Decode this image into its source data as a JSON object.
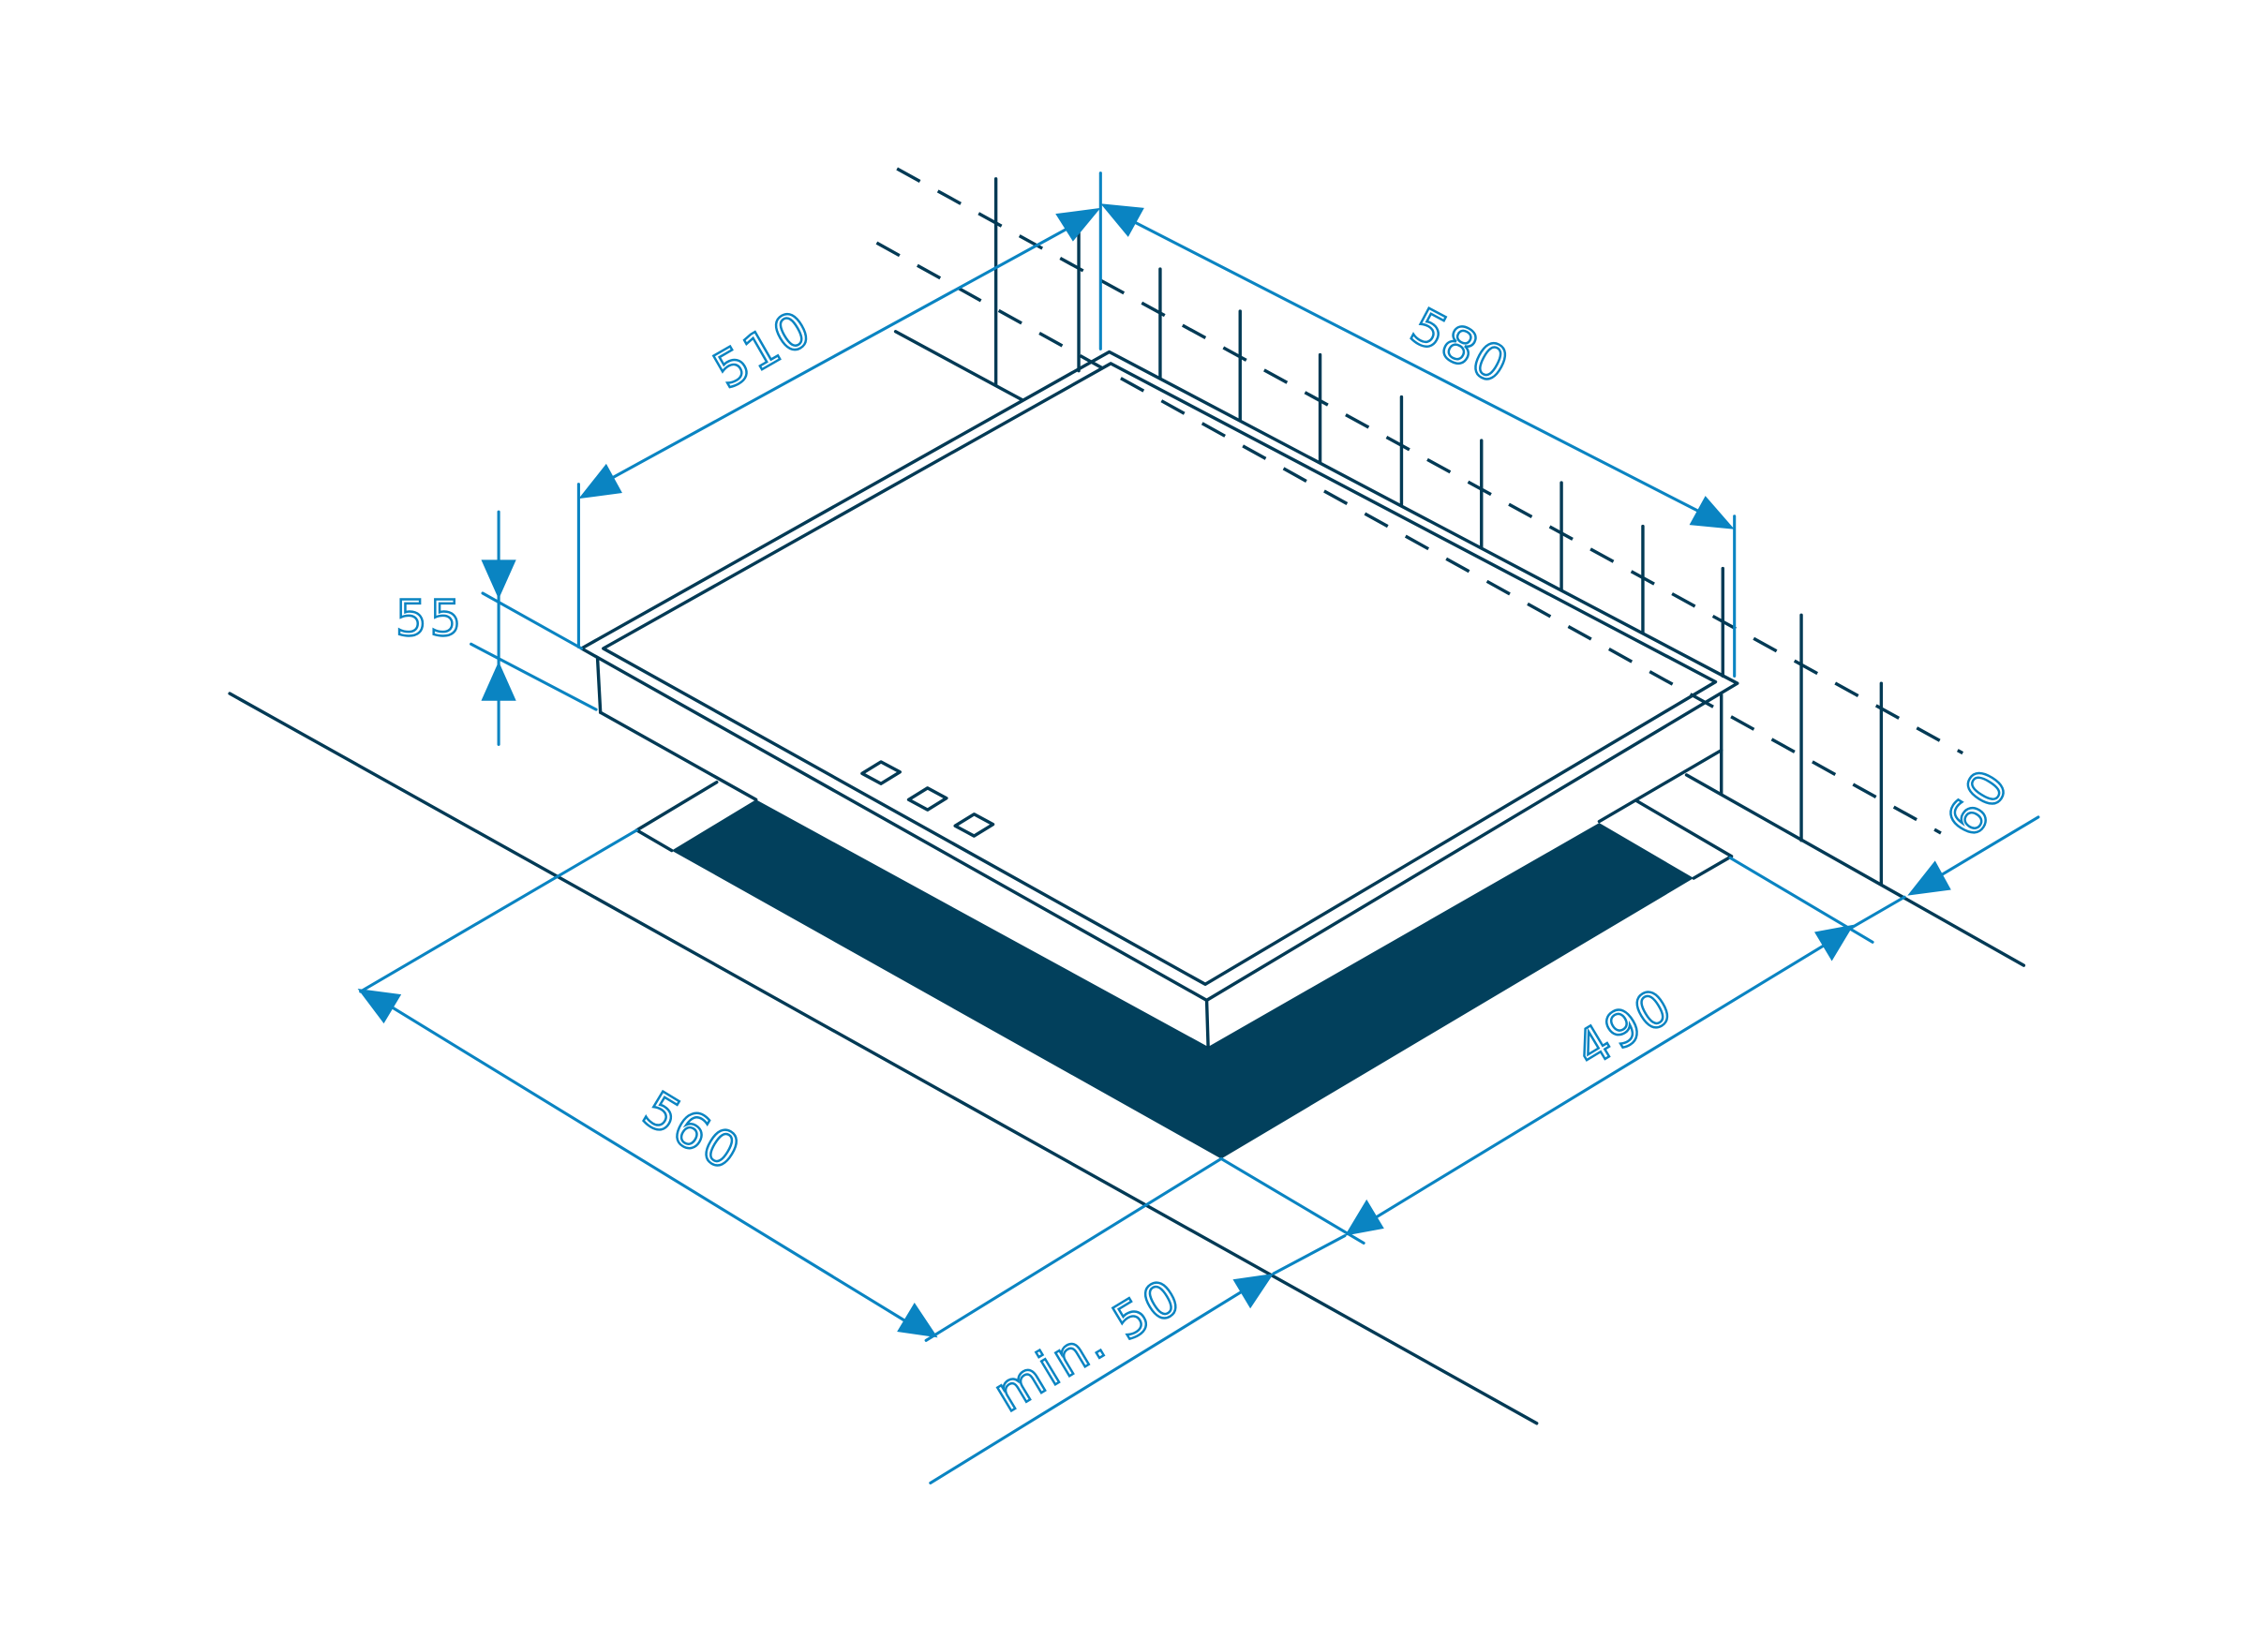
{
  "diagram": {
    "title": "Built-in hob installation dimensions",
    "colors": {
      "line": "#023a55",
      "dimension": "#0a84c2",
      "cutout": "#02405c"
    },
    "dimensions": {
      "depth_hob": "510",
      "width_hob": "580",
      "height_hob": "55",
      "rear_clearance": "60",
      "cutout_depth": "490",
      "cutout_width": "560",
      "front_clearance": "min. 50"
    }
  }
}
